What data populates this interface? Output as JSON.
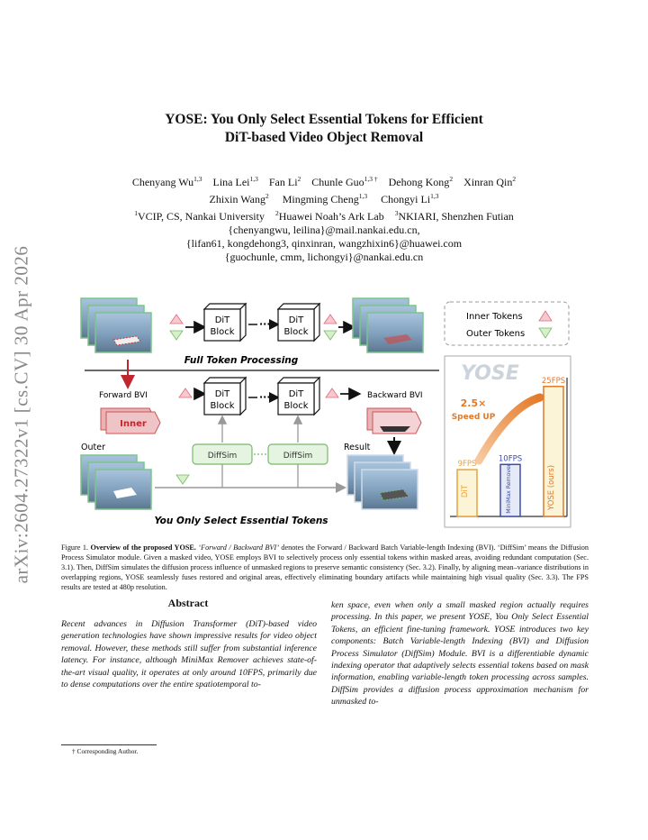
{
  "sidebar": {
    "arxiv_id": "arXiv:2604.27322v1  [cs.CV]  30 Apr 2026"
  },
  "paper": {
    "title_line1": "YOSE: You Only Select Essential Tokens for Efficient",
    "title_line2": "DiT-based Video Object Removal",
    "authors": [
      {
        "name": "Chenyang Wu",
        "sup": "1,3"
      },
      {
        "name": "Lina Lei",
        "sup": "1,3"
      },
      {
        "name": "Fan Li",
        "sup": "2"
      },
      {
        "name": "Chunle Guo",
        "sup": "1,3 †"
      },
      {
        "name": "Dehong Kong",
        "sup": "2"
      },
      {
        "name": "Xinran Qin",
        "sup": "2"
      },
      {
        "name": "Zhixin Wang",
        "sup": "2"
      },
      {
        "name": "Mingming Cheng",
        "sup": "1,3"
      },
      {
        "name": "Chongyi Li",
        "sup": "1,3"
      }
    ],
    "affiliations": [
      {
        "sup": "1",
        "name": "VCIP, CS, Nankai University"
      },
      {
        "sup": "2",
        "name": "Huawei Noah’s Ark Lab"
      },
      {
        "sup": "3",
        "name": "NKIARI, Shenzhen Futian"
      }
    ],
    "emails": [
      "{chenyangwu, leilina}@mail.nankai.edu.cn,",
      "{lifan61, kongdehong3, qinxinran, wangzhixin6}@huawei.com",
      "{guochunle, cmm, lichongyi}@nankai.edu.cn"
    ]
  },
  "figure": {
    "dit_block": "DiT",
    "dit_block_line2": "Block",
    "full_token_label": "Full Token Processing",
    "yose_label": "You Only Select Essential Tokens",
    "legend_inner": "Inner Tokens",
    "legend_outer": "Outer Tokens",
    "forward_bvi": "Forward BVI",
    "backward_bvi": "Backward BVI",
    "inner_tag": "Inner",
    "outer_label": "Outer",
    "result_label": "Result",
    "diffsim": "DiffSim",
    "yose_logo": "YOSE",
    "speedup_line1": "2.5×",
    "speedup_line2": "Speed UP"
  },
  "chart_data": {
    "type": "bar",
    "categories": [
      "DiT",
      "MiniMax Remover",
      "YOSE (ours)"
    ],
    "value_labels": [
      "9FPS",
      "10FPS",
      "25FPS"
    ],
    "values": [
      9,
      10,
      25
    ],
    "colors": [
      "#e8a33d",
      "#3b4ea8",
      "#e07a2b"
    ]
  },
  "caption": {
    "label": "Figure 1.",
    "bold": "Overview of the proposed YOSE.",
    "part1": "‘Forward / Backward BVI’",
    "text": " denotes the Forward / Backward Batch Variable-length Indexing (BVI). ‘DiffSim’ means the Diffusion Process Simulator module. Given a masked video, YOSE employs BVI to selectively process only essential tokens within masked areas, avoiding redundant computation (Sec. 3.1). Then, DiffSim simulates the diffusion process influence of unmasked regions to preserve semantic consistency (Sec. 3.2). Finally, by aligning mean–variance distributions in overlapping regions, YOSE seamlessly fuses restored and original areas, effectively eliminating boundary artifacts while maintaining high visual quality (Sec. 3.3). The FPS results are tested at 480p resolution."
  },
  "abstract": {
    "heading": "Abstract",
    "left": "Recent advances in Diffusion Transformer (DiT)-based video generation technologies have shown impressive results for video object removal. However, these methods still suffer from substantial inference latency. For instance, although MiniMax Remover achieves state-of-the-art visual quality, it operates at only around 10FPS, primarily due to dense computations over the entire spatiotemporal to-",
    "right": "ken space, even when only a small masked region actually requires processing. In this paper, we present YOSE, You Only Select Essential Tokens, an efficient fine-tuning framework. YOSE introduces two key components: Batch Variable-length Indexing (BVI) and Diffusion Process Simulator (DiffSim) Module. BVI is a differentiable dynamic indexing operator that adaptively selects essential tokens based on mask information, enabling variable-length token processing across samples. DiffSim provides a diffusion process approximation mechanism for unmasked to-"
  },
  "footnote": "† Corresponding Author."
}
